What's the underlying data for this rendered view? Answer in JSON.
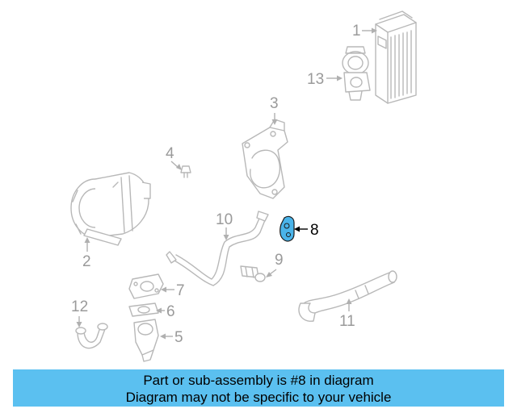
{
  "callouts": [
    "1",
    "2",
    "3",
    "4",
    "5",
    "6",
    "7",
    "8",
    "9",
    "10",
    "11",
    "12",
    "13"
  ],
  "highlight_color": "#4ab4ea",
  "banner": {
    "line1": "Part or sub-assembly is #8 in diagram",
    "line2": "Diagram may not be specific to your vehicle",
    "background": "#5bc0f0"
  }
}
